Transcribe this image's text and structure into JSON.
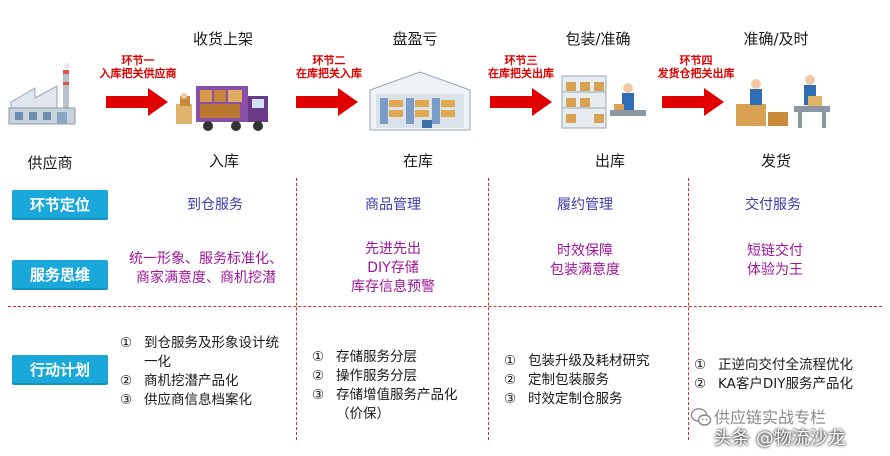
{
  "stages": {
    "s1_top": "收货上架",
    "s2_top": "盘盈亏",
    "s3_top": "包装/准确",
    "s4_top": "准确/及时",
    "supplier": "供应商",
    "s1_bottom": "入库",
    "s2_bottom": "在库",
    "s3_bottom": "出库",
    "s4_bottom": "发货"
  },
  "steps": [
    {
      "name": "环节一",
      "desc": "入库把关供应商"
    },
    {
      "name": "环节二",
      "desc": "在库把关入库"
    },
    {
      "name": "环节三",
      "desc": "在库把关出库"
    },
    {
      "name": "环节四",
      "desc": "发货仓把关出库"
    }
  ],
  "rows": {
    "positioning": "环节定位",
    "thinking": "服务思维",
    "action": "行动计划"
  },
  "positioning": [
    "到仓服务",
    "商品管理",
    "履约管理",
    "交付服务"
  ],
  "thinking": {
    "c1": [
      "统一形象、服务标准化、",
      "商家满意度、商机挖潜"
    ],
    "c2": [
      "先进先出",
      "DIY存储",
      "库存信息预警"
    ],
    "c3": [
      "时效保障",
      "包装满意度"
    ],
    "c4": [
      "短链交付",
      "体验为王"
    ]
  },
  "plans": {
    "c1": [
      {
        "n": "①",
        "t": "到仓服务及形象设计统一化"
      },
      {
        "n": "②",
        "t": "商机挖潜产品化"
      },
      {
        "n": "③",
        "t": "供应商信息档案化"
      }
    ],
    "c2": [
      {
        "n": "①",
        "t": "存储服务分层"
      },
      {
        "n": "②",
        "t": "操作服务分层"
      },
      {
        "n": "③",
        "t": "存储增值服务产品化（价保）"
      }
    ],
    "c3": [
      {
        "n": "①",
        "t": "包装升级及耗材研究"
      },
      {
        "n": "②",
        "t": "定制包装服务"
      },
      {
        "n": "③",
        "t": "时效定制仓服务"
      }
    ],
    "c4": [
      {
        "n": "①",
        "t": "正逆向交付全流程优化"
      },
      {
        "n": "②",
        "t": "KA客户DIY服务产品化"
      }
    ]
  },
  "watermark": {
    "line1": "供应链实战专栏",
    "line2": "头条 @物流沙龙"
  },
  "colors": {
    "arrow": "#e10000",
    "label_bg": "#1aa7d9",
    "position_text": "#3a3aa8",
    "thinking_text": "#a0169b",
    "divider": "#d42d2d"
  }
}
